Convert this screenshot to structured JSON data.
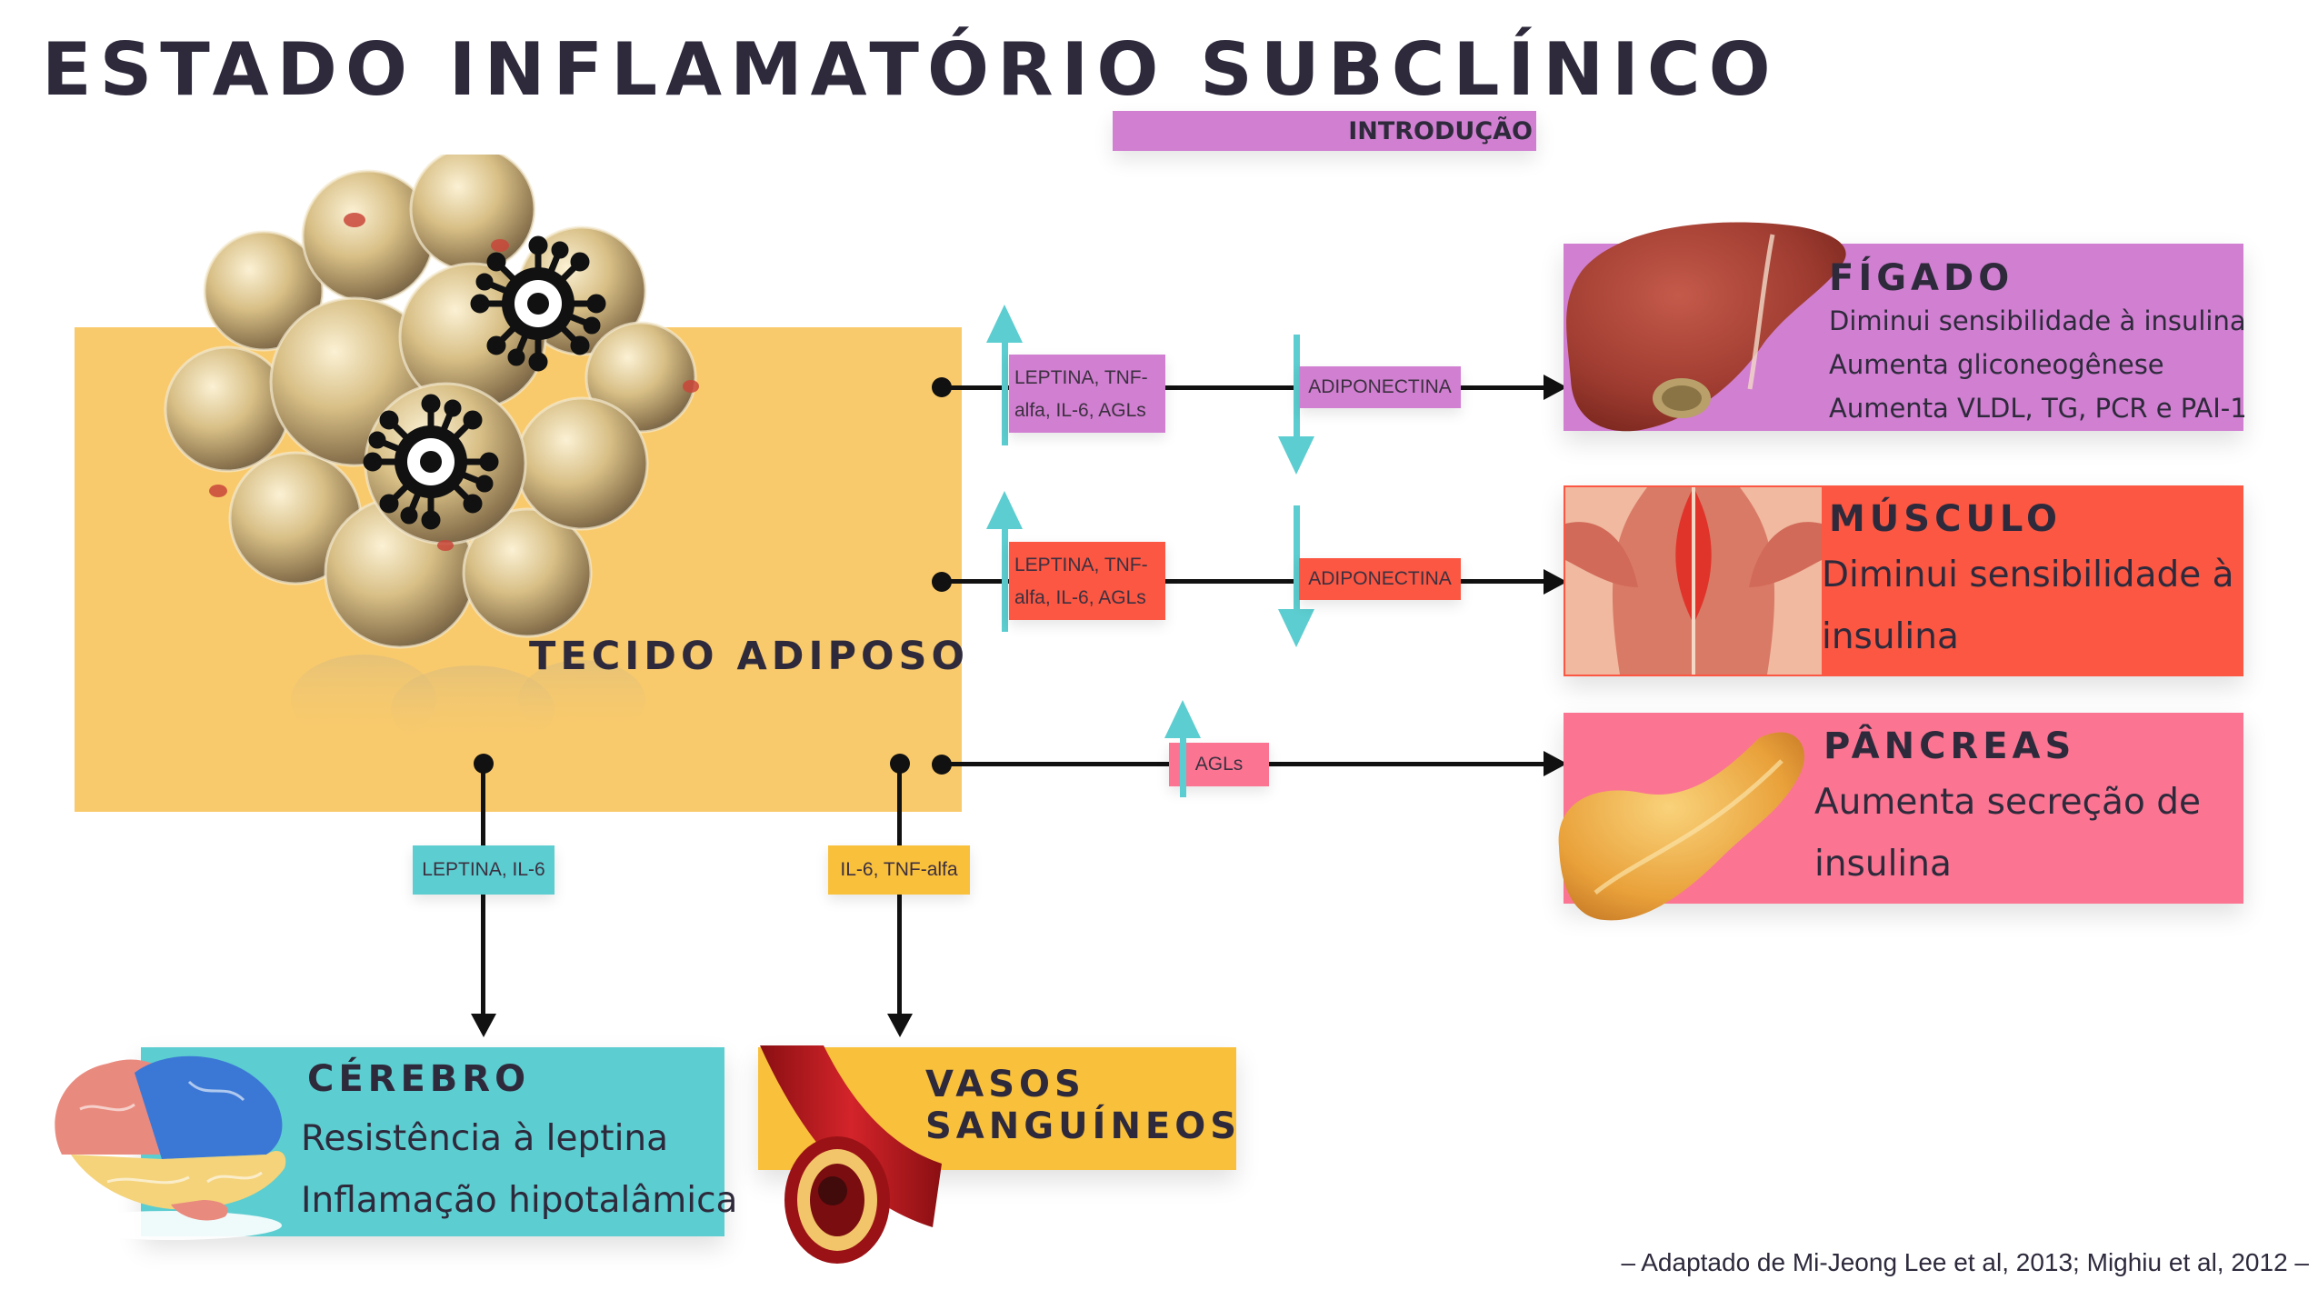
{
  "header": {
    "title": "ESTADO INFLAMATÓRIO SUBCLÍNICO",
    "section": "INTRODUÇÃO"
  },
  "source_tissue": {
    "label": "TECIDO ADIPOSO"
  },
  "pathways": {
    "liver": {
      "up_tag": "LEPTINA, TNF-alfa, IL-6, AGLs",
      "down_tag": "ADIPONECTINA"
    },
    "muscle": {
      "up_tag": "LEPTINA, TNF-alfa, IL-6, AGLs",
      "down_tag": "ADIPONECTINA"
    },
    "pancreas": {
      "up_tag": "AGLs"
    },
    "brain": {
      "tag": "LEPTINA, IL-6"
    },
    "vessels": {
      "tag": "IL-6, TNF-alfa"
    }
  },
  "organs": {
    "liver": {
      "title": "FÍGADO",
      "lines": [
        "Diminui sensibilidade à insulina",
        "Aumenta gliconeogênese",
        "Aumenta VLDL, TG, PCR e PAI-1"
      ]
    },
    "muscle": {
      "title": "MÚSCULO",
      "lines": [
        "Diminui sensibilidade à",
        "insulina"
      ]
    },
    "pancreas": {
      "title": "PÂNCREAS",
      "lines": [
        "Aumenta secreção de",
        "insulina"
      ]
    },
    "brain": {
      "title": "CÉREBRO",
      "lines": [
        "Resistência à leptina",
        "Inflamação hipotalâmica"
      ]
    },
    "vessels": {
      "title": "VASOS SANGUÍNEOS"
    }
  },
  "source": "– Adaptado de Mi-Jeong Lee et al, 2013; Mighiu et al, 2012 –",
  "colors": {
    "adipose": "#f9ca6c",
    "liver": "#d17fd1",
    "muscle": "#fb5742",
    "pancreas": "#fb7592",
    "brain": "#5ccdd0",
    "vessels": "#f9c03c",
    "arrow_accent": "#5ccdd0",
    "line": "#111111"
  },
  "icons": [
    "fat-cells-cluster-icon",
    "virus-icon",
    "liver-icon",
    "back-muscles-icon",
    "pancreas-icon",
    "brain-icon",
    "blood-vessel-icon"
  ]
}
